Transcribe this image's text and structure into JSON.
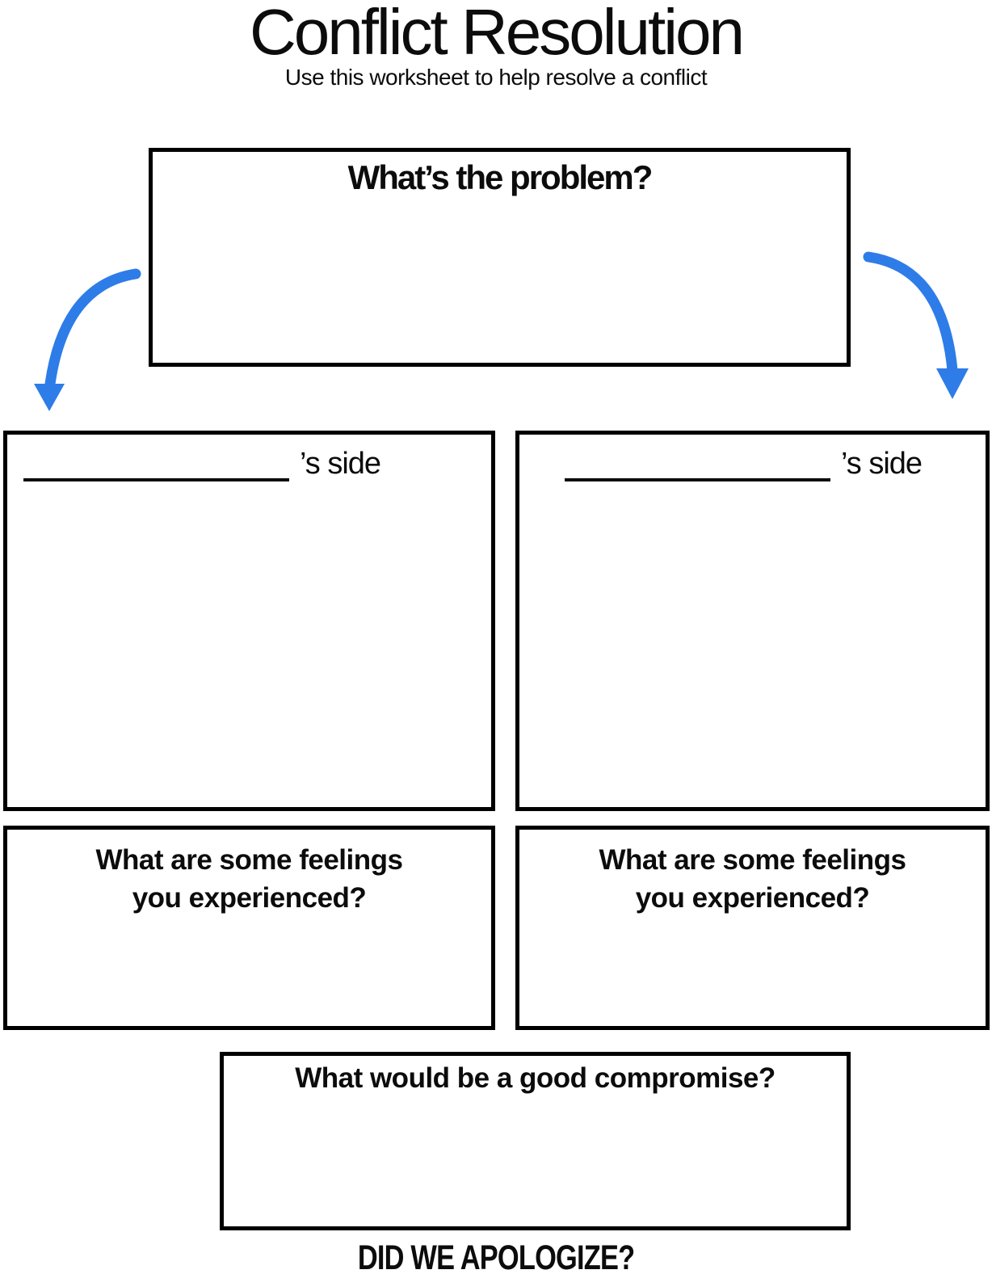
{
  "header": {
    "title": "Conflict Resolution",
    "subtitle": "Use this worksheet to help resolve a conflict"
  },
  "problem_box": {
    "label": "What’s the problem?",
    "value": ""
  },
  "left_column": {
    "name_value": "",
    "side_label": "’s side",
    "side_value": "",
    "feelings_label": "What are some feelings you experienced?",
    "feelings_value": ""
  },
  "right_column": {
    "name_value": "",
    "side_label": "’s side",
    "side_value": "",
    "feelings_label": "What are some feelings you experienced?",
    "feelings_value": ""
  },
  "compromise_box": {
    "label": "What would be a good compromise?",
    "value": ""
  },
  "footer": {
    "question": "DID WE APOLOGIZE?"
  },
  "icons": {
    "left_arrow": "curved-arrow-down-left",
    "right_arrow": "curved-arrow-down-right"
  },
  "colors": {
    "arrow": "#2e7ce8",
    "border": "#000000",
    "text": "#0c0c0c"
  }
}
